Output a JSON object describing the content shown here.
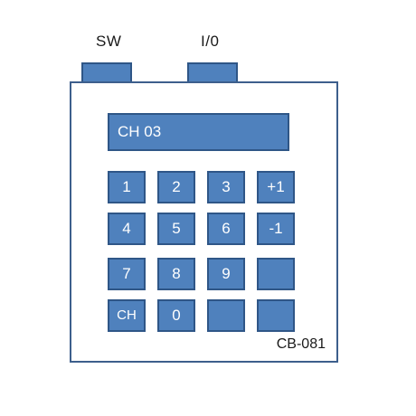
{
  "labels": {
    "sw": "SW",
    "io": "I/0"
  },
  "display": {
    "text": "CH 03"
  },
  "keypad": {
    "keys": [
      "1",
      "2",
      "3",
      "+1",
      "4",
      "5",
      "6",
      "-1",
      "7",
      "8",
      "9",
      "",
      "CH",
      "0",
      "",
      ""
    ]
  },
  "model": "CB-081",
  "colors": {
    "key_fill": "#4f81bd",
    "key_border": "#2f5687",
    "device_border": "#3d5f8c"
  }
}
